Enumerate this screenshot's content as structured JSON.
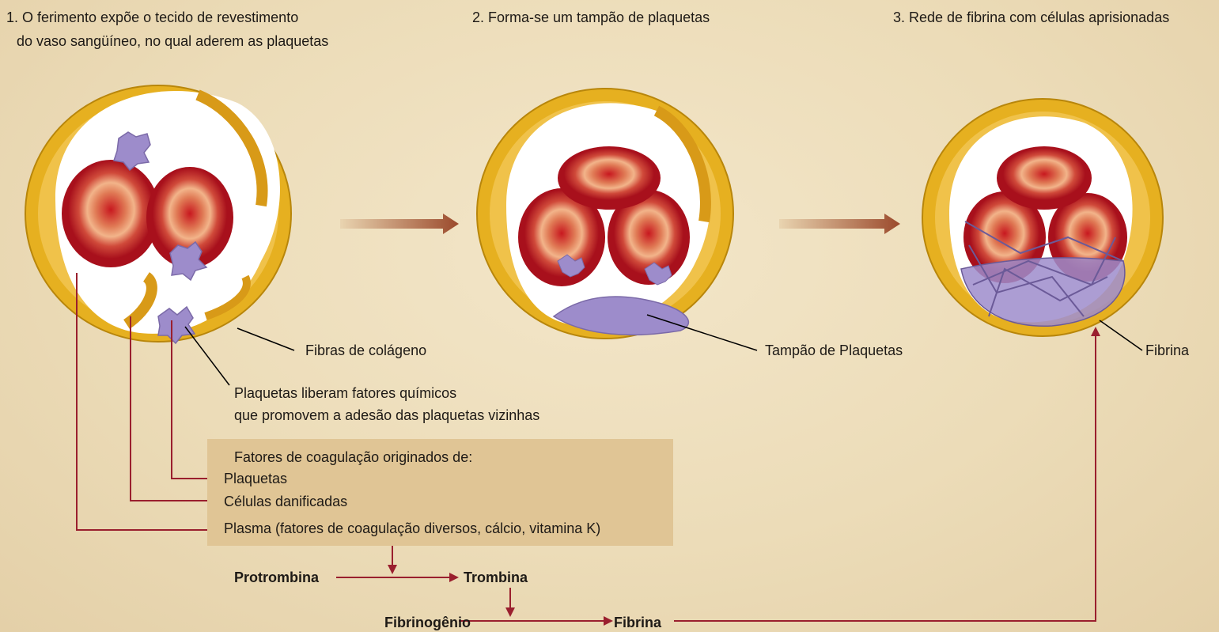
{
  "steps": {
    "step1_line1": "1. O ferimento expõe o tecido de revestimento",
    "step1_line2": "do vaso sangüíneo, no qual aderem as plaquetas",
    "step2": "2. Forma-se um tampão de plaquetas",
    "step3": "3. Rede de fibrina com células aprisionadas"
  },
  "labels": {
    "collagen": "Fibras de colágeno",
    "platelet_plug": "Tampão de Plaquetas",
    "fibrin_label": "Fibrina",
    "platelets_release_1": "Plaquetas liberam fatores químicos",
    "platelets_release_2": "que promovem a adesão das plaquetas vizinhas"
  },
  "factors": {
    "title": "Fatores de coagulação originados de:",
    "platelets": "Plaquetas",
    "damaged_cells": "Células danificadas",
    "plasma": "Plasma (fatores de coagulação diversos, cálcio, vitamina K)"
  },
  "cascade": {
    "prothrombin": "Protrombina",
    "thrombin": "Trombina",
    "fibrinogen": "Fibrinogênio",
    "fibrin": "Fibrina"
  },
  "colors": {
    "vessel_wall": "#e6b020",
    "red_cell": "#c0202a",
    "platelet": "#9d8ccb",
    "connector": "#9a1f2e",
    "factor_box": "#e0c595"
  }
}
